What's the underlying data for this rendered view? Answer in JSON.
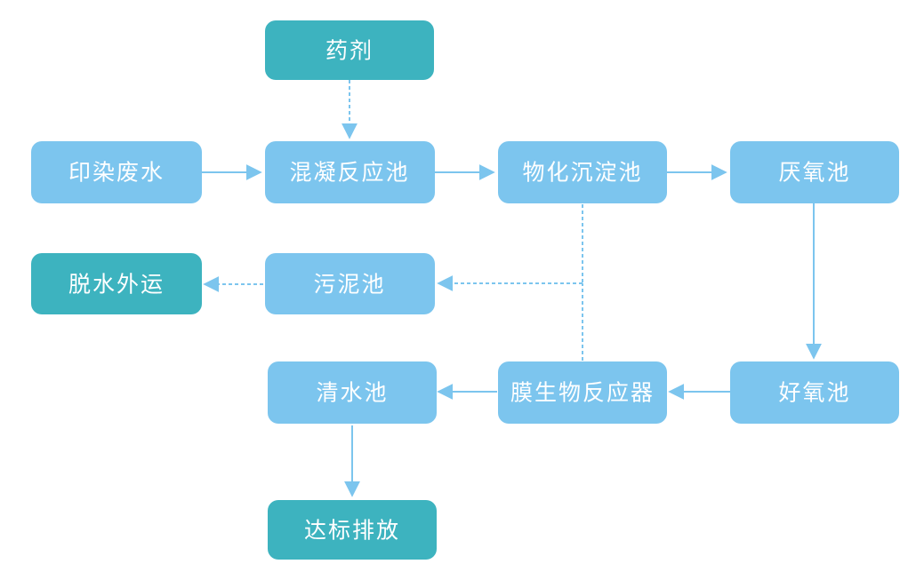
{
  "colors": {
    "teal_node": "#3db3bf",
    "blue_node": "#7cc5ee",
    "solid_arrow": "#7cc5ee",
    "dashed_arrow": "#7cc5ee",
    "text": "#ffffff"
  },
  "nodes": {
    "chemicals": {
      "label": "药剂",
      "style": "teal"
    },
    "dyeing_wastewater": {
      "label": "印染废水",
      "style": "blue"
    },
    "coagulation_tank": {
      "label": "混凝反应池",
      "style": "blue"
    },
    "physchem_settling_tank": {
      "label": "物化沉淀池",
      "style": "blue"
    },
    "anaerobic_tank": {
      "label": "厌氧池",
      "style": "blue"
    },
    "sludge_tank": {
      "label": "污泥池",
      "style": "blue"
    },
    "dewater_transport": {
      "label": "脱水外运",
      "style": "teal"
    },
    "clear_water_tank": {
      "label": "清水池",
      "style": "blue"
    },
    "mbr": {
      "label": "膜生物反应器",
      "style": "blue"
    },
    "aerobic_tank": {
      "label": "好氧池",
      "style": "blue"
    },
    "discharge": {
      "label": "达标排放",
      "style": "teal"
    }
  },
  "edges": [
    {
      "from": "chemicals",
      "to": "coagulation_tank",
      "line": "dashed"
    },
    {
      "from": "dyeing_wastewater",
      "to": "coagulation_tank",
      "line": "solid"
    },
    {
      "from": "coagulation_tank",
      "to": "physchem_settling_tank",
      "line": "solid"
    },
    {
      "from": "physchem_settling_tank",
      "to": "anaerobic_tank",
      "line": "solid"
    },
    {
      "from": "anaerobic_tank",
      "to": "aerobic_tank",
      "line": "solid"
    },
    {
      "from": "aerobic_tank",
      "to": "mbr",
      "line": "solid"
    },
    {
      "from": "mbr",
      "to": "clear_water_tank",
      "line": "solid"
    },
    {
      "from": "clear_water_tank",
      "to": "discharge",
      "line": "solid"
    },
    {
      "from": "physchem_settling_tank",
      "to": "sludge_tank",
      "line": "dashed"
    },
    {
      "from": "mbr",
      "to": "sludge_tank",
      "line": "dashed"
    },
    {
      "from": "sludge_tank",
      "to": "dewater_transport",
      "line": "dashed"
    }
  ]
}
